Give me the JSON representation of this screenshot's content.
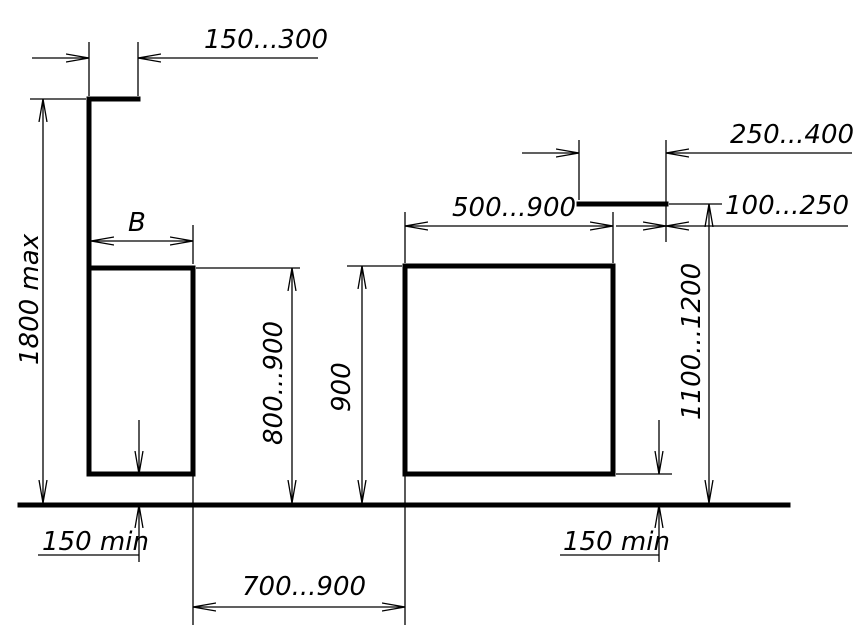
{
  "labels": {
    "top_left_offset": "150...300",
    "depth_b": "B",
    "height_max": "1800 max",
    "left_height": "800...900",
    "left_clearance": "150 min",
    "middle_height": "900",
    "gap_width": "700...900",
    "right_width": "500...900",
    "shelf_width": "250...400",
    "shelf_offset": "100...250",
    "right_height": "1100...1200",
    "right_clearance": "150 min"
  },
  "colors": {
    "line": "#000000",
    "background": "#ffffff"
  }
}
